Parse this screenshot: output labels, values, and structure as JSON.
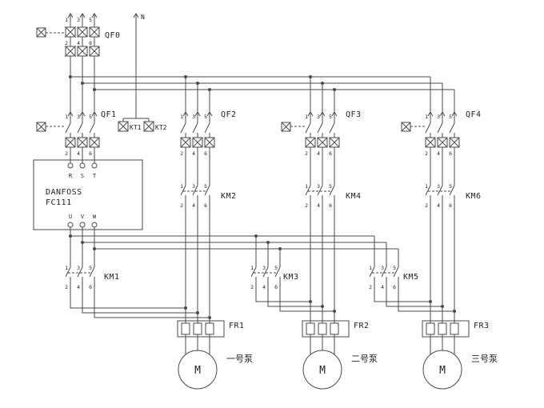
{
  "colors": {
    "wire": "#4a4a4a",
    "text": "#1f1f1f",
    "background": "#ffffff"
  },
  "labels": {
    "n": "N",
    "qf0": "QF0",
    "qf1": "QF1",
    "qf2": "QF2",
    "qf3": "QF3",
    "qf4": "QF4",
    "kt1": "KT1",
    "kt2": "KT2",
    "vfd_line1": "DANFOSS",
    "vfd_line2": "FC111",
    "km1": "KM1",
    "km2": "KM2",
    "km3": "KM3",
    "km4": "KM4",
    "km5": "KM5",
    "km6": "KM6",
    "fr1": "FR1",
    "fr2": "FR2",
    "fr3": "FR3",
    "motor": "M",
    "pump1": "一号泵",
    "pump2": "二号泵",
    "pump3": "三号泵"
  },
  "terminals": {
    "odd": [
      "1",
      "3",
      "5"
    ],
    "even": [
      "2",
      "4",
      "6"
    ],
    "vfd_in": [
      "R",
      "S",
      "T"
    ],
    "vfd_out": [
      "U",
      "V",
      "W"
    ]
  }
}
